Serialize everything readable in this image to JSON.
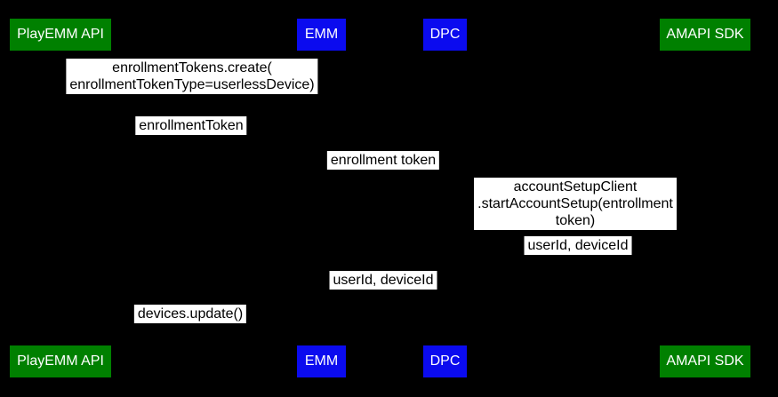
{
  "diagram": {
    "type": "sequence-diagram",
    "background_color": "#000000",
    "label_background_color": "#ffffff",
    "label_text_color": "#000000",
    "actor_text_color": "#ffffff",
    "actors": [
      {
        "label": "PlayEMM API",
        "color": "#008000"
      },
      {
        "label": "EMM",
        "color": "#0b0bef"
      },
      {
        "label": "DPC",
        "color": "#0b0bef"
      },
      {
        "label": "AMAPI SDK",
        "color": "#008000"
      }
    ],
    "messages": [
      {
        "text": "enrollmentTokens.create(\nenrollmentTokenType=userlessDevice)"
      },
      {
        "text": "enrollmentToken"
      },
      {
        "text": "enrollment token"
      },
      {
        "text": "accountSetupClient\n.startAccountSetup(entrollment token)"
      },
      {
        "text": "userId, deviceId"
      },
      {
        "text": "userId, deviceId"
      },
      {
        "text": "devices.update()"
      }
    ]
  }
}
